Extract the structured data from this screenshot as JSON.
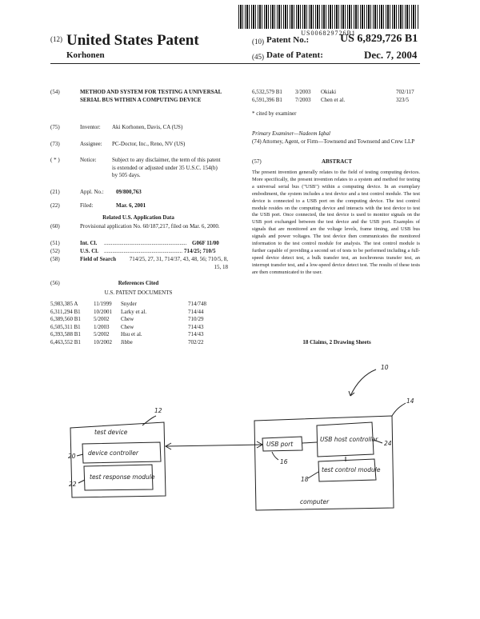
{
  "barcode_number": "US006829726B1",
  "header": {
    "code12": "(12)",
    "title": "United States Patent",
    "inventor_short": "Korhonen",
    "code10": "(10)",
    "patent_no_label": "Patent No.:",
    "patent_no": "US 6,829,726 B1",
    "code45": "(45)",
    "date_label": "Date of Patent:",
    "date": "Dec. 7, 2004"
  },
  "left": {
    "f54_code": "(54)",
    "f54_text": "METHOD AND SYSTEM FOR TESTING A UNIVERSAL SERIAL BUS WITHIN A COMPUTING DEVICE",
    "f75_code": "(75)",
    "f75_label": "Inventor:",
    "f75_value": "Aki Korhonen, Davis, CA (US)",
    "f73_code": "(73)",
    "f73_label": "Assignee:",
    "f73_value": "PC-Doctor, Inc., Reno, NV (US)",
    "notice_code": "( * )",
    "notice_label": "Notice:",
    "notice_text": "Subject to any disclaimer, the term of this patent is extended or adjusted under 35 U.S.C. 154(b) by 505 days.",
    "f21_code": "(21)",
    "f21_label": "Appl. No.:",
    "f21_value": "09/800,763",
    "f22_code": "(22)",
    "f22_label": "Filed:",
    "f22_value": "Mar. 6, 2001",
    "related_heading": "Related U.S. Application Data",
    "f60_code": "(60)",
    "f60_text": "Provisional application No. 60/187,217, filed on Mar. 6, 2000.",
    "f51_code": "(51)",
    "f51_label": "Int. Cl.",
    "f51_value": "G06F 11/00",
    "f52_code": "(52)",
    "f52_label": "U.S. Cl.",
    "f52_value": "714/25; 710/5",
    "f58_code": "(58)",
    "f58_label": "Field of Search",
    "f58_value": "714/25, 27, 31, 714/37, 43, 48, 56; 710/5, 8, 15, 18",
    "f56_code": "(56)",
    "refs_heading": "References Cited",
    "refs_sub": "U.S. PATENT DOCUMENTS",
    "references": [
      {
        "no": "5,983,385 A",
        "date": "11/1999",
        "name": "Snyder",
        "cls": "714/748"
      },
      {
        "no": "6,311,294 B1",
        "date": "10/2001",
        "name": "Larky et al.",
        "cls": "714/44"
      },
      {
        "no": "6,389,560 B1",
        "date": "5/2002",
        "name": "Chew",
        "cls": "710/29"
      },
      {
        "no": "6,505,311 B1",
        "date": "1/2003",
        "name": "Chew",
        "cls": "714/43"
      },
      {
        "no": "6,393,588 B1",
        "date": "5/2002",
        "name": "Hsu et al.",
        "cls": "714/43"
      },
      {
        "no": "6,463,552 B1",
        "date": "10/2002",
        "name": "Jibbe",
        "cls": "702/22"
      }
    ]
  },
  "right": {
    "refs": [
      {
        "no": "6,532,579 B1",
        "date": "3/2003",
        "name": "Okiaki",
        "cls": "702/117"
      },
      {
        "no": "6,591,396 B1",
        "date": "7/2003",
        "name": "Chen et al.",
        "cls": "323/5"
      }
    ],
    "cited_by": "* cited by examiner",
    "primary_examiner": "Primary Examiner—Nadeem Iqbal",
    "attorney": "(74) Attorney, Agent, or Firm—Townsend and Townsend and Crew LLP",
    "f57_code": "(57)",
    "abstract_heading": "ABSTRACT",
    "abstract": "The present invention generally relates to the field of testing computing devices. More specifically, the present invention relates to a system and method for testing a universal serial bus (\"USB\") within a computing device. In an exemplary embodiment, the system includes a test device and a test control module. The test device is connected to a USB port on the computing device. The test control module resides on the computing device and interacts with the test device to test the USB port. Once connected, the test device is used to monitor signals on the USB port exchanged between the test device and the USB port. Examples of signals that are monitored are the voltage levels, frame timing, and USB bus signals and power voltages. The test device then communicates the monitored information to the test control module for analysis. The test control module is further capable of providing a second set of tests to be performed including a full-speed device detect test, a bulk transfer test, an isochronous transfer test, an interrupt transfer test, and a low-speed device detect test. The results of these tests are then communicated to the user.",
    "claims": "18 Claims, 2 Drawing Sheets"
  },
  "drawing": {
    "label_10": "10",
    "label_12": "12",
    "label_14": "14",
    "label_16": "16",
    "label_18": "18",
    "label_20": "20",
    "label_22": "22",
    "label_24": "24",
    "test_device": "test device",
    "device_controller": "device controller",
    "test_response_module": "test response module",
    "usb_port": "USB port",
    "usb_host_controller": "USB host controller",
    "test_control_module": "test control module",
    "computer": "computer"
  }
}
